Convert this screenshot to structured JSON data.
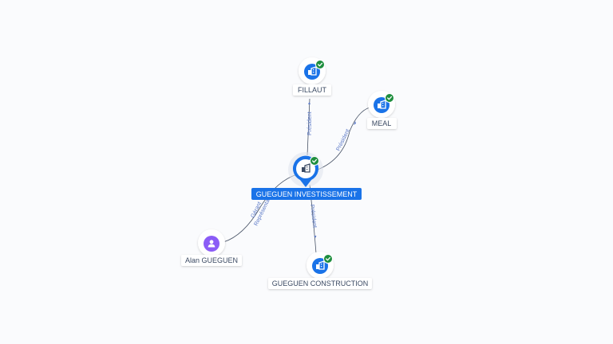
{
  "colors": {
    "edge": "#4a5568",
    "edge_label": "#5a78c7",
    "company_icon_bg": "#1a73e8",
    "person_icon_bg": "#8b5cf6",
    "check_badge": "#1e8e3e",
    "center_label_bg": "#1a73e8",
    "label_bg": "#ffffff"
  },
  "nodes": [
    {
      "id": "center",
      "label": "GUEGUEN INVESTISSEMENT",
      "kind": "company",
      "icon": "building-icon",
      "verified": true,
      "central": true
    },
    {
      "id": "fillaut",
      "label": "FILLAUT",
      "kind": "company",
      "icon": "building-icon",
      "verified": true
    },
    {
      "id": "meal",
      "label": "MEAL",
      "kind": "company",
      "icon": "building-icon",
      "verified": true
    },
    {
      "id": "construction",
      "label": "GUEGUEN CONSTRUCTION",
      "kind": "company",
      "icon": "building-icon",
      "verified": true
    },
    {
      "id": "alan",
      "label": "Alan GUEGUEN",
      "kind": "person",
      "icon": "person-icon",
      "verified": false
    }
  ],
  "edges": [
    {
      "id": "center-fillaut",
      "label": "Président"
    },
    {
      "id": "center-meal",
      "label": "Président"
    },
    {
      "id": "center-construction",
      "label": "Président"
    },
    {
      "id": "alan-center",
      "label": "Gérant",
      "label2": "Représentant"
    }
  ]
}
